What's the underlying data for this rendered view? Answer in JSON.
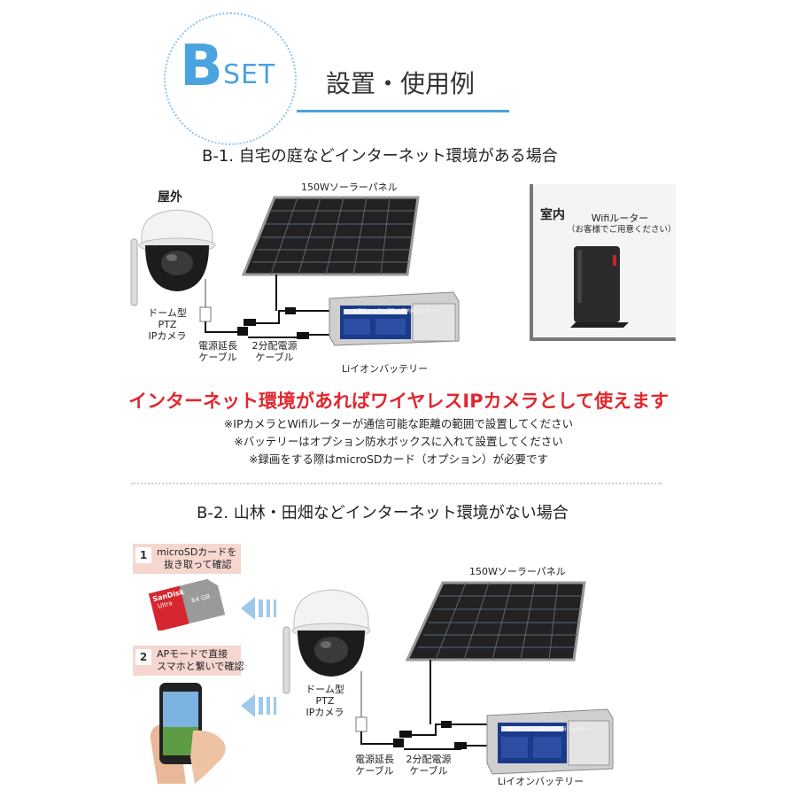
{
  "header": {
    "logo_letter": "B",
    "logo_word": "SET",
    "title": "設置・使用例"
  },
  "section1": {
    "title": "B-1. 自宅の庭などインターネット環境がある場合",
    "outdoor_label": "屋外",
    "indoor_label": "室内",
    "panel_label": "150Wソーラーパネル",
    "router_label": "Wifiルーター",
    "router_note": "（お客様でご用意ください）",
    "camera_label": [
      "ドーム型",
      "PTZ",
      "IPカメラ"
    ],
    "cable1_label": [
      "電源延長",
      "ケーブル"
    ],
    "cable2_label": [
      "2分配電源",
      "ケーブル"
    ],
    "battery_label": "Liイオンバッテリー",
    "battery_plate": "太陽光システム用防水屋内用バッテリー",
    "headline": "インターネット環境があればワイヤレスIPカメラとして使えます",
    "notes": [
      "※IPカメラとWifiルーターが通信可能な距離の範囲で設置してください",
      "※バッテリーはオプション防水ボックスに入れて設置してください",
      "※録画をする際はmicroSDカード（オプション）が必要です"
    ]
  },
  "section2": {
    "title": "B-2. 山林・田畑などインターネット環境がない場合",
    "steps": [
      {
        "num": "1",
        "lines": [
          "microSDカードを",
          "抜き取って確認"
        ]
      },
      {
        "num": "2",
        "lines": [
          "APモードで直接",
          "スマホと繋いで確認"
        ]
      }
    ],
    "sd_brand": "SanDisk",
    "sd_model": "Ultra",
    "sd_capacity": "64 GB",
    "panel_label": "150Wソーラーパネル",
    "camera_label": [
      "ドーム型",
      "PTZ",
      "IPカメラ"
    ],
    "cable1_label": [
      "電源延長",
      "ケーブル"
    ],
    "cable2_label": [
      "2分配電源",
      "ケーブル"
    ],
    "battery_label": "Liイオンバッテリー",
    "battery_plate": "太陽光システム用防水屋内用バッテリー"
  },
  "colors": {
    "accent_blue": "#4aa3df",
    "headline_red": "#e0282e",
    "step_pink": "#f6d7cf",
    "arrow_blue": "#9ec9ec"
  }
}
